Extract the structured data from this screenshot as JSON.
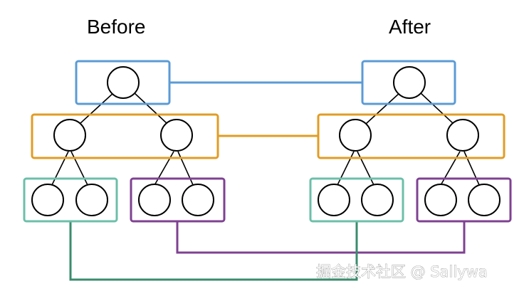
{
  "labels": {
    "before": "Before",
    "after": "After"
  },
  "watermark": "掘金技术社区 @ Sallywa",
  "colors": {
    "level_1": "#5b9bd5",
    "level_2": "#e19c24",
    "left_subtree": "#6cbfa8",
    "right_subtree": "#7f4192",
    "connector_left_subtree": "#3a8c6e",
    "node_stroke": "#000000",
    "edge": "#000000"
  },
  "trees": [
    {
      "id": "before",
      "title_key": "before",
      "structure": {
        "level_1": {
          "group": "level_1",
          "nodes": 1
        },
        "level_2": {
          "group": "level_2",
          "nodes": 2
        },
        "level_3": [
          {
            "group": "left_subtree",
            "nodes": 2
          },
          {
            "group": "right_subtree",
            "nodes": 2
          }
        ]
      }
    },
    {
      "id": "after",
      "title_key": "after",
      "structure": {
        "level_1": {
          "group": "level_1",
          "nodes": 1
        },
        "level_2": {
          "group": "level_2",
          "nodes": 2
        },
        "level_3": [
          {
            "group": "left_subtree",
            "nodes": 2
          },
          {
            "group": "right_subtree",
            "nodes": 2
          }
        ]
      }
    }
  ],
  "comparisons": [
    {
      "from": "before.level_1",
      "to": "after.level_1",
      "color_key": "level_1"
    },
    {
      "from": "before.level_2",
      "to": "after.level_2",
      "color_key": "level_2"
    },
    {
      "from": "before.level_3.1",
      "to": "after.level_3.1",
      "color_key": "right_subtree"
    },
    {
      "from": "before.level_3.0",
      "to": "after.level_3.0",
      "color_key": "connector_left_subtree"
    }
  ]
}
